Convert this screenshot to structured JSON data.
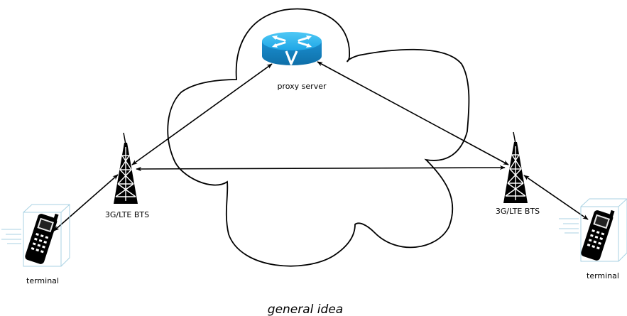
{
  "labels": {
    "proxy_server": "proxy server",
    "bts_left": "3G/LTE BTS",
    "bts_right": "3G/LTE BTS",
    "terminal_left": "terminal",
    "terminal_right": "terminal"
  },
  "caption": "general idea",
  "colors": {
    "router_top": "#29b6f0",
    "router_side": "#1a8fd0",
    "terminal_box": "#a9d2e3",
    "line": "#000000"
  },
  "icons": {
    "router": "router-icon",
    "tower": "cell-tower-icon",
    "terminal": "mobile-phone-icon"
  }
}
